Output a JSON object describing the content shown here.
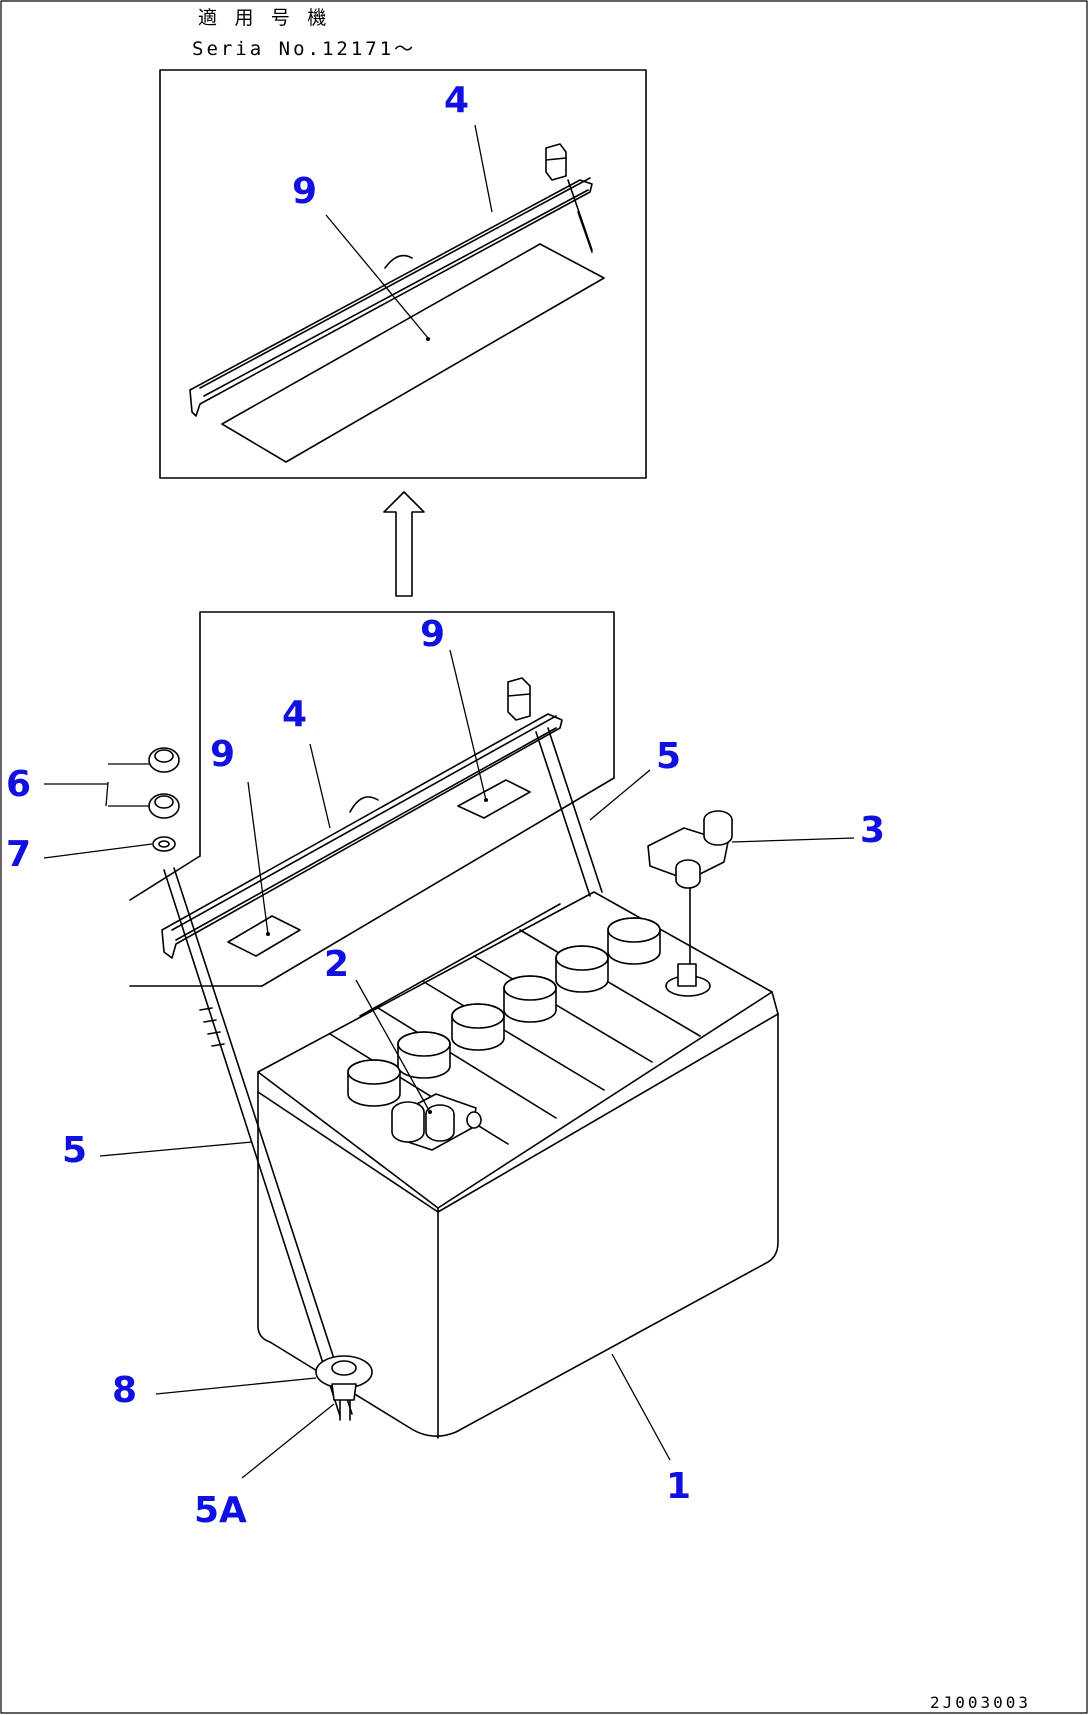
{
  "header": {
    "applicable_label": "適 用 号 機",
    "serial_label": "Seria  No.12171〜"
  },
  "callouts": {
    "inset_4": "4",
    "inset_9": "9",
    "top_9": "9",
    "left_4": "4",
    "left_9": "9",
    "right_5": "5",
    "item_6": "6",
    "item_7": "7",
    "item_3": "3",
    "item_2": "2",
    "lower_5": "5",
    "item_8": "8",
    "item_5a": "5A",
    "item_1": "1"
  },
  "drawing_code": "2J003003",
  "colors": {
    "callout": "#1010e0",
    "lines": "#000000",
    "background": "#ffffff"
  }
}
